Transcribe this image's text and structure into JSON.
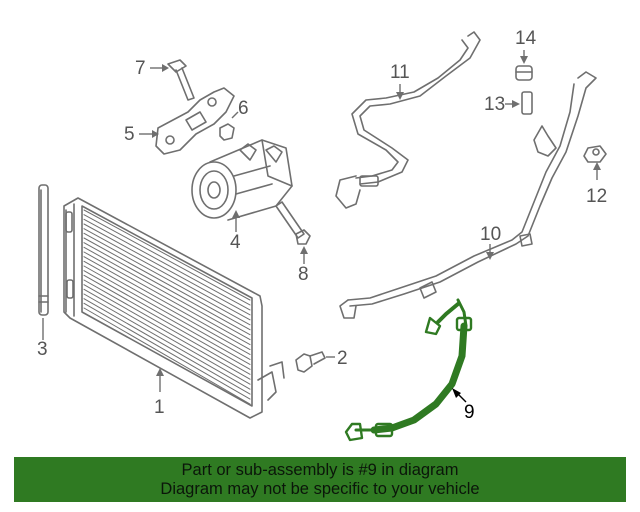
{
  "callouts": {
    "c1": "1",
    "c2": "2",
    "c3": "3",
    "c4": "4",
    "c5": "5",
    "c6": "6",
    "c7": "7",
    "c8": "8",
    "c9": "9",
    "c10": "10",
    "c11": "11",
    "c12": "12",
    "c13": "13",
    "c14": "14"
  },
  "highlighted_part": "9",
  "colors": {
    "highlight": "#2f7a22",
    "line_art": "#6f6f6f",
    "banner_bg": "#2f7a22"
  },
  "banner": {
    "line1": "Part or sub-assembly is #9 in diagram",
    "line2": "Diagram may not be specific to your vehicle"
  }
}
